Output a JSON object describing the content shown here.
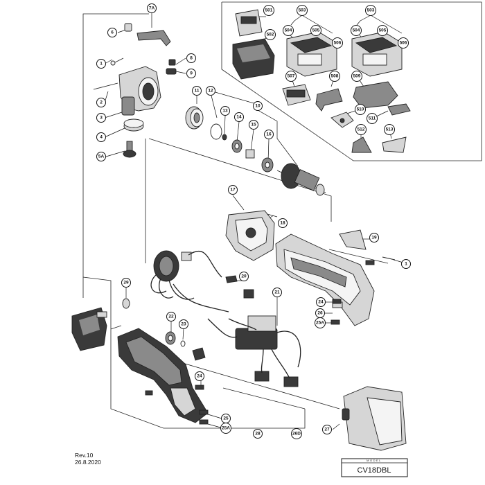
{
  "diagram": {
    "callouts": [
      {
        "label": "7A"
      },
      {
        "label": "6"
      },
      {
        "label": "1"
      },
      {
        "label": "2"
      },
      {
        "label": "3"
      },
      {
        "label": "4"
      },
      {
        "label": "5A"
      },
      {
        "label": "8"
      },
      {
        "label": "9"
      },
      {
        "label": "11"
      },
      {
        "label": "12"
      },
      {
        "label": "13"
      },
      {
        "label": "14"
      },
      {
        "label": "10"
      },
      {
        "label": "15"
      },
      {
        "label": "16"
      },
      {
        "label": "17"
      },
      {
        "label": "18"
      },
      {
        "label": "19"
      },
      {
        "label": "1"
      },
      {
        "label": "20"
      },
      {
        "label": "21"
      },
      {
        "label": "29"
      },
      {
        "label": "22"
      },
      {
        "label": "23"
      },
      {
        "label": "24"
      },
      {
        "label": "26"
      },
      {
        "label": "25A"
      },
      {
        "label": "24"
      },
      {
        "label": "25"
      },
      {
        "label": "25A"
      },
      {
        "label": "28"
      },
      {
        "label": "26D"
      },
      {
        "label": "27"
      },
      {
        "label": "501"
      },
      {
        "label": "503"
      },
      {
        "label": "503"
      },
      {
        "label": "502"
      },
      {
        "label": "504"
      },
      {
        "label": "505"
      },
      {
        "label": "506"
      },
      {
        "label": "504"
      },
      {
        "label": "505"
      },
      {
        "label": "506"
      },
      {
        "label": "507"
      },
      {
        "label": "508"
      },
      {
        "label": "509"
      },
      {
        "label": "510"
      },
      {
        "label": "511"
      },
      {
        "label": "512"
      },
      {
        "label": "513"
      }
    ],
    "revision": "Rev.10",
    "date": "26.8.2020",
    "model_caption": "MODEL",
    "model_name": "CV18DBL"
  }
}
